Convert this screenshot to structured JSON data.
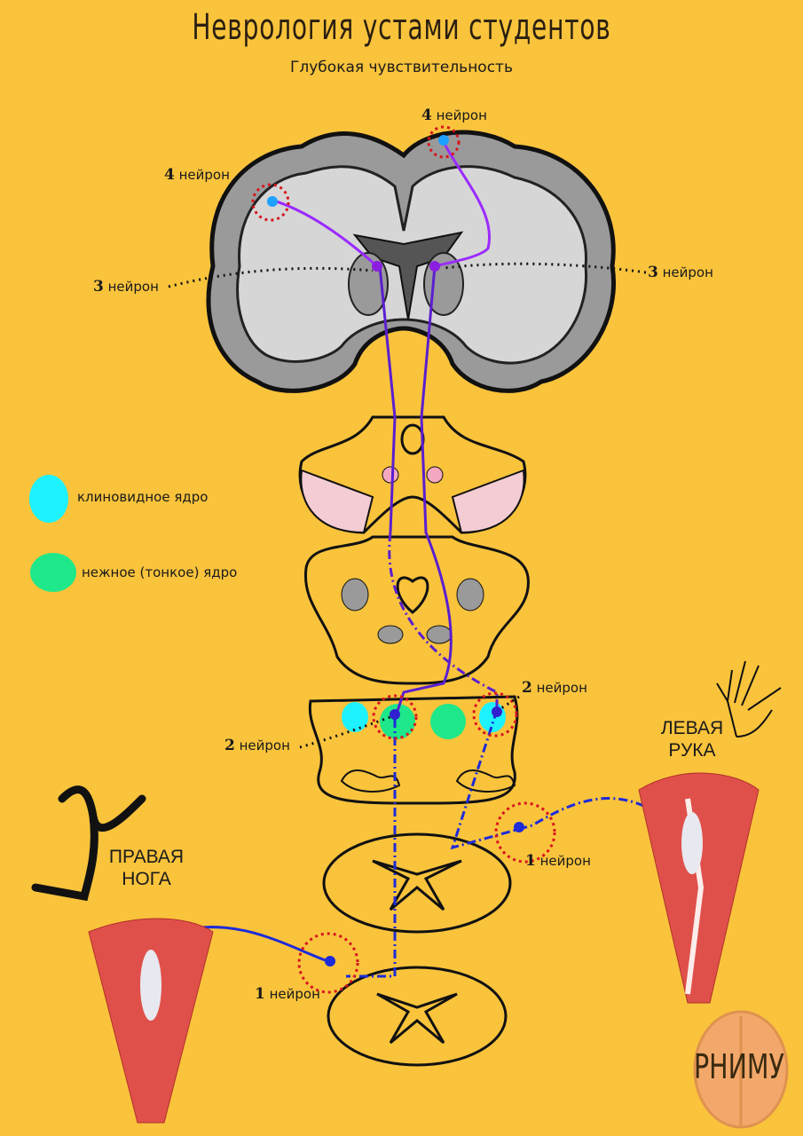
{
  "header": {
    "title": "Неврология устами студентов",
    "subtitle": "Глубокая чувствительность"
  },
  "labels": {
    "neuron4_top": {
      "num": "4",
      "text": " нейрон"
    },
    "neuron4_left": {
      "num": "4",
      "text": " нейрон"
    },
    "neuron3_left": {
      "num": "3",
      "text": " нейрон"
    },
    "neuron3_right": {
      "num": "3",
      "text": " нейрон"
    },
    "neuron2_right": {
      "num": "2",
      "text": " нейрон"
    },
    "neuron2_left": {
      "num": "2",
      "text": " нейрон"
    },
    "neuron1_right": {
      "num": "1",
      "text": " нейрон"
    },
    "neuron1_left": {
      "num": "1",
      "text": " нейрон"
    }
  },
  "legend": [
    {
      "label": "клиновидное ядро",
      "color": "#1EF2FF"
    },
    {
      "label": "нежное (тонкое) ядро",
      "color": "#1EE88A"
    }
  ],
  "limbs": {
    "left_arm": [
      "ЛЕВАЯ",
      "РУКА"
    ],
    "right_leg": [
      "ПРАВАЯ",
      "НОГА"
    ]
  },
  "logo": "РНИМУ",
  "colors": {
    "background": "#F9C33C",
    "pathway_purple": "#7B1FE0",
    "pathway_blue": "#1E2BD8",
    "highlight": "#D8141E"
  }
}
